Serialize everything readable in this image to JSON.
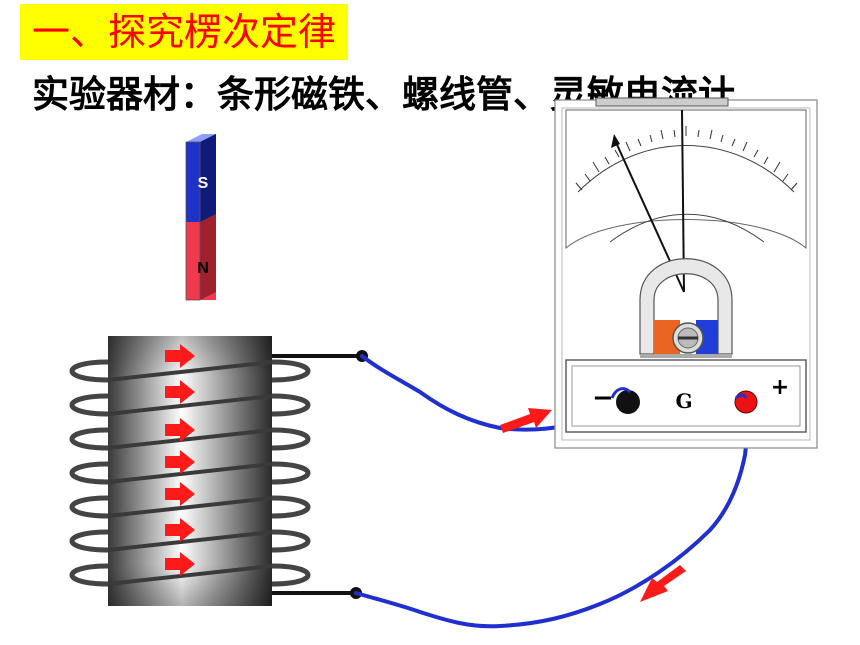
{
  "title": "一、探究楞次定律",
  "subtitle": "实验器材：条形磁铁、螺线管、灵敏电流计",
  "magnet": {
    "top_pole": "S",
    "bottom_pole": "N"
  },
  "galvanometer": {
    "label": "G",
    "minus_sign": "−",
    "plus_sign": "+"
  },
  "colors": {
    "title_bg": "#ffff00",
    "title_text": "#ff0000",
    "magnet_s": "#1f33c8",
    "magnet_n": "#ee3a4c",
    "wire": "#1f2fd0",
    "arrow": "#ff1a1a"
  }
}
